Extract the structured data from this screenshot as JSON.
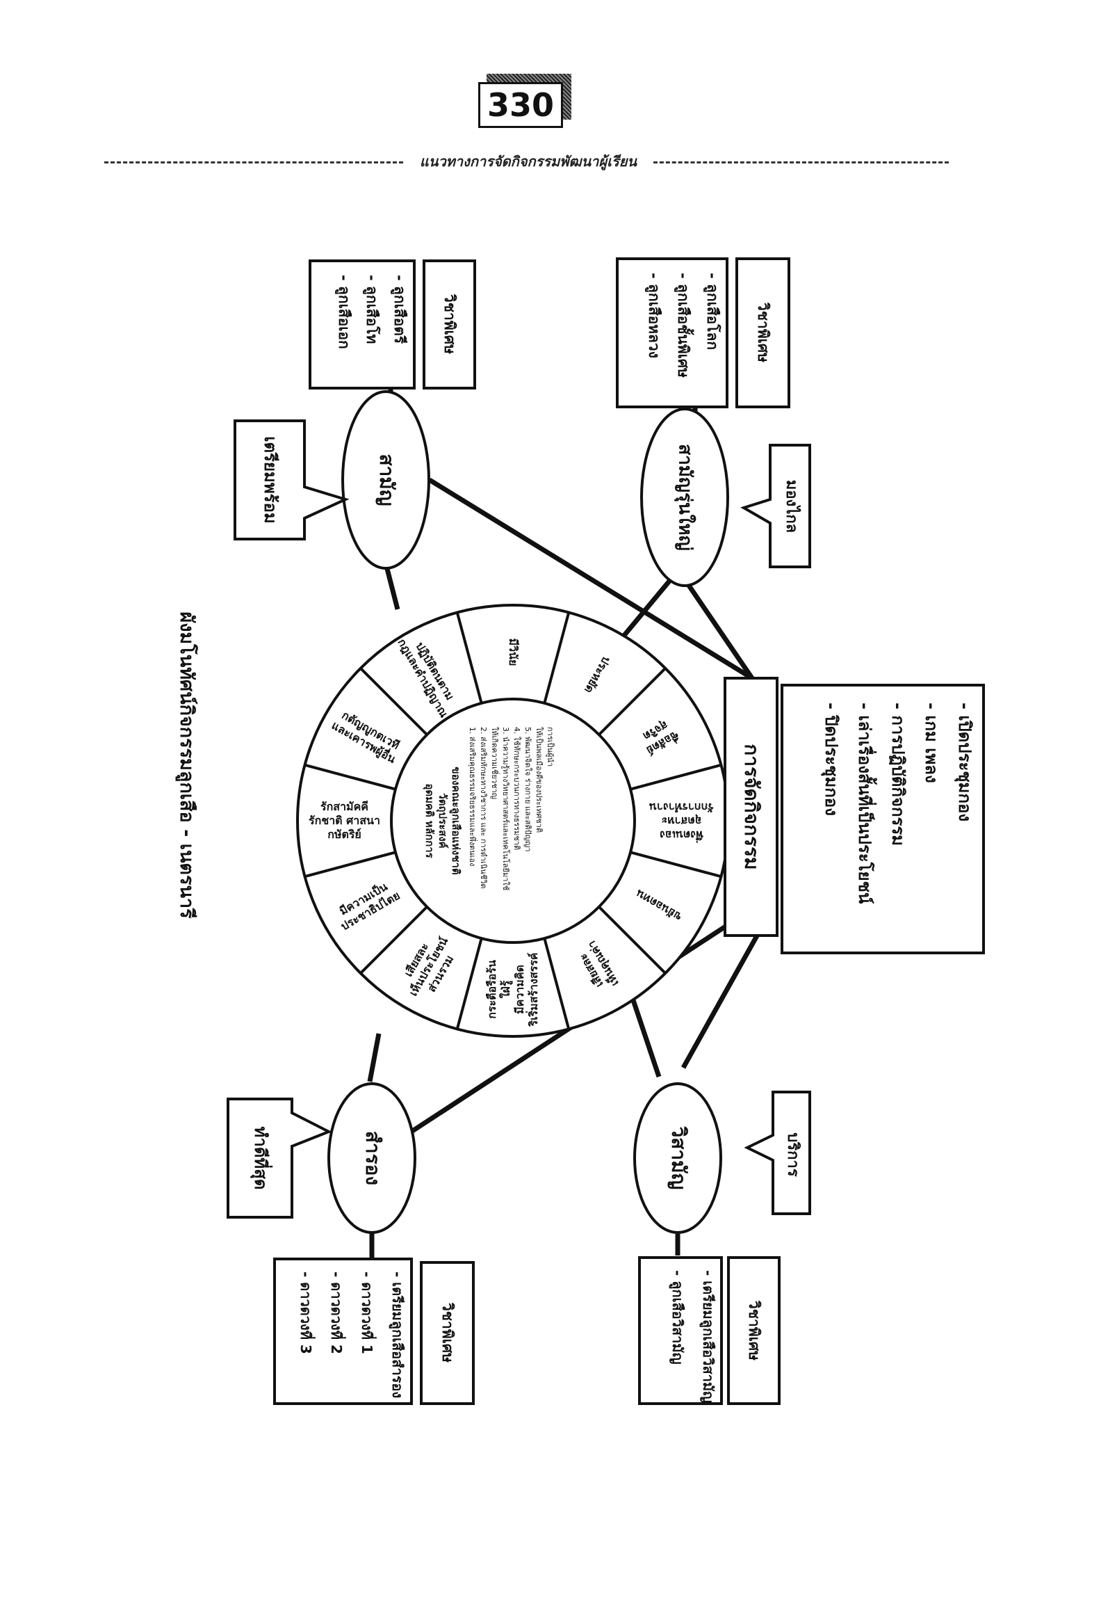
{
  "page_number": "330",
  "header_title": "แนวทางการจัดกิจกรรมพัฒนาผู้เรียน",
  "diagram_title": "ผังมโนทัศน์กิจกรรมลูกเสือ - เนตรนารี",
  "center": {
    "heading": [
      "อุดมคติ หลักการ",
      "วัตถุประสงค์",
      "ของคณะลูกเสือแห่งชาติ"
    ],
    "items": [
      "1. ส่งเสริมคุณธรรมจริยธรรมและพึ่งตนเอง",
      "2. ส่งเสริมทักษะทางวิชาการ และ การดำเนินชีวิต",
      "   ให้เกิดความเชี่ยวชาญ",
      "3. นำความรู้ทางวิทยาศาสตร์และเทคโนโลยีมาใช้",
      "4. ใช้ทักษะกระบวนการทางธรรมชาติ",
      "5. พัฒนาจิตใจ ร่างกาย และสติปัญญา",
      "   ให้เป็นพลเมืองดีของประเทศชาติ",
      "   การเป็นผู้นำ"
    ]
  },
  "wheel_segments": [
    "มีวินัย",
    "ประหยัด",
    "ซื่อสัตย์ สุจริต",
    "พึ่งตนเอง อุตสาหะ รักการทำงาน",
    "ขยันอดทน",
    "เสียสละ เห็นคุณค่า",
    "กระตือรือร้น ใฝ่รู้ มีความคิด ริเริ่มสร้างสรรค์",
    "เสียสละ เห็นประโยชน์ ส่วนรวม",
    "มีความเป็น ประชาธิปไตย",
    "รักสามัคคี รักชาติ ศาสนา กษัตริย์",
    "กตัญญูกตเวที และเคารพผู้อื่น",
    "ปฏิบัติตนตาม กฎและคำปฏิญาณ"
  ],
  "activity_box": {
    "title": "การจัดกิจกรรม",
    "items": [
      "- เปิดประชุมกอง",
      "- เกม เพลง",
      "- การปฏิบัติกิจกรรม",
      "- เล่าเรื่องสั้นที่เป็นประโยชน์",
      "- ปิดประชุมกอง"
    ]
  },
  "branches": {
    "samanya": {
      "name": "สามัญ",
      "motto": "เตรียมพร้อม",
      "ranks": [
        "- ลูกเสือตรี",
        "- ลูกเสือโท",
        "- ลูกเสือเอก"
      ],
      "special": "วิชาพิเศษ"
    },
    "samanya_senior": {
      "name": "สามัญรุ่นใหญ่",
      "motto": "มองไกล",
      "ranks": [
        "- ลูกเสือโลก",
        "- ลูกเสือชั้นพิเศษ",
        "- ลูกเสือหลวง"
      ],
      "special": "วิชาพิเศษ"
    },
    "samrong": {
      "name": "สำรอง",
      "motto": "ทำดีที่สุด",
      "ranks": [
        "- เตรียมลูกเสือสำรอง",
        "- ดาวดวงที่ 1",
        "- ดาวดวงที่ 2",
        "- ดาวดวงที่ 3"
      ],
      "special": "วิชาพิเศษ"
    },
    "wisamanya": {
      "name": "วิสามัญ",
      "motto": "บริการ",
      "ranks": [
        "- เตรียมลูกเสือวิสามัญ",
        "- ลูกเสือวิสามัญ"
      ],
      "special": "วิชาพิเศษ"
    }
  }
}
